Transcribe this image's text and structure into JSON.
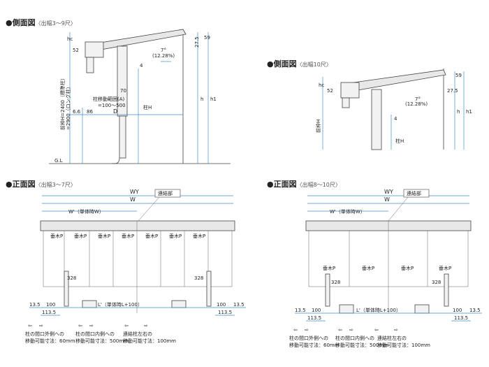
{
  "side1": {
    "title": "●側面図",
    "sub": "〈出幅3～9尺〉",
    "labels": {
      "hc": "hc",
      "d52": "52",
      "slope": "7°",
      "slope_pct": "(12.28%)",
      "d275": "27.5",
      "d59": "59",
      "d4": "4",
      "d70": "70",
      "post_range_a": "柱移動範囲(A)",
      "post_range_b": "=100～500",
      "d66": "6.6",
      "d86": "86",
      "D": "D",
      "post_H": "柱H",
      "h": "h",
      "h1": "h1",
      "ground": "G.L",
      "front_h": "前枠H=2400（標準柱）",
      "front_h2": "=2900（ロング柱）"
    }
  },
  "side2": {
    "title": "●側面図",
    "sub": "〈出幅10尺〉",
    "labels": {
      "hc": "hc",
      "d52": "52",
      "slope": "7°",
      "slope_pct": "(12.28%)",
      "d275": "27.5",
      "d59": "59",
      "d4": "4",
      "front_h": "前枠H",
      "post_H": "柱H",
      "h": "h",
      "h1": "h1"
    }
  },
  "front1": {
    "title": "●正面図",
    "sub": "〈出幅3～7尺〉",
    "labels": {
      "WY": "WY",
      "W": "W",
      "W_unit": "W'（単体時W）",
      "joint": "連結部",
      "rafter": "垂木P",
      "d328": "328",
      "d135": "13.5",
      "d100": "100",
      "d1135": "113.5",
      "L": "L'（単体時L+100）",
      "note1a": "柱の間口外側への",
      "note1b": "移動可能寸法：60mm",
      "note2a": "柱の間口内側への",
      "note2b": "移動可能寸法：500mm",
      "note3a": "連結柱左右の",
      "note3b": "移動可能寸法：100mm"
    }
  },
  "front2": {
    "title": "●正面図",
    "sub": "〈出幅8～10尺〉",
    "labels": {
      "WY": "WY",
      "W": "W",
      "W_unit": "W'（単体時W）",
      "joint": "連結部",
      "rafter": "垂木P",
      "d328": "328",
      "d135": "13.5",
      "d100": "100",
      "d1135": "113.5",
      "L": "L'（単体時L+100）",
      "note1a": "柱の間口外側への",
      "note1b": "移動可能寸法：60mm",
      "note2a": "柱の間口内側への",
      "note2b": "移動可能寸法：500mm",
      "note3a": "連結柱左右の",
      "note3b": "移動可能寸法：100mm"
    }
  }
}
